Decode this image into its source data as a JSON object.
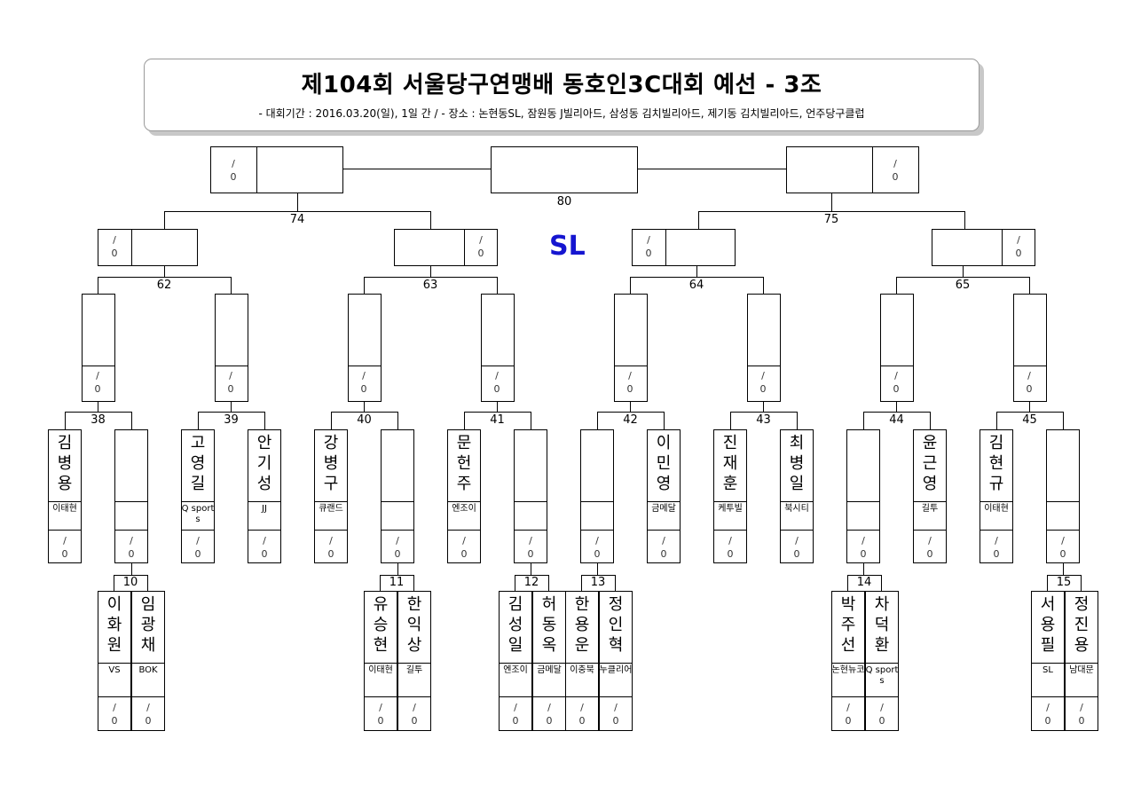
{
  "header": {
    "title": "제104회 서울당구연맹배 동호인3C대회 예선 - 3조",
    "subtitle": "- 대회기간 : 2016.03.20(일), 1일 간 / - 장소 : 논현동SL, 잠원동 J빌리아드, 삼성동 김치빌리아드, 제기동 김치빌리아드, 언주당구클럽"
  },
  "venue_label": "SL",
  "score_placeholder": {
    "top": "/",
    "bottom": "0"
  },
  "match_numbers": {
    "m10": "10",
    "m11": "11",
    "m12": "12",
    "m13": "13",
    "m14": "14",
    "m15": "15",
    "m38": "38",
    "m39": "39",
    "m40": "40",
    "m41": "41",
    "m42": "42",
    "m43": "43",
    "m44": "44",
    "m45": "45",
    "m62": "62",
    "m63": "63",
    "m64": "64",
    "m65": "65",
    "m74": "74",
    "m75": "75",
    "m80": "80"
  },
  "players": {
    "r1": [
      {
        "name": "김병용",
        "club": "이태현"
      },
      {
        "name": "",
        "club": ""
      },
      {
        "name": "고영길",
        "club": "Q sports"
      },
      {
        "name": "안기성",
        "club": "JJ"
      },
      {
        "name": "강병구",
        "club": "큐랜드"
      },
      {
        "name": "",
        "club": ""
      },
      {
        "name": "문헌주",
        "club": "엔조이"
      },
      {
        "name": "",
        "club": ""
      },
      {
        "name": "",
        "club": ""
      },
      {
        "name": "이민영",
        "club": "금메달"
      },
      {
        "name": "진재훈",
        "club": "케투빌"
      },
      {
        "name": "최병일",
        "club": "북시티"
      },
      {
        "name": "",
        "club": ""
      },
      {
        "name": "윤근영",
        "club": "길투"
      },
      {
        "name": "김현규",
        "club": "이태현"
      },
      {
        "name": "",
        "club": ""
      }
    ],
    "prelim": [
      {
        "name": "이화원",
        "club": "VS"
      },
      {
        "name": "임광채",
        "club": "BOK"
      },
      {
        "name": "유승현",
        "club": "이태현"
      },
      {
        "name": "한익상",
        "club": "길투"
      },
      {
        "name": "김성일",
        "club": "엔조이"
      },
      {
        "name": "허동옥",
        "club": "금메달"
      },
      {
        "name": "한용운",
        "club": "이충북"
      },
      {
        "name": "정인혁",
        "club": "누클리어"
      },
      {
        "name": "박주선",
        "club": "논현뉴코"
      },
      {
        "name": "차덕환",
        "club": "Q sports"
      },
      {
        "name": "서용필",
        "club": "SL"
      },
      {
        "name": "정진용",
        "club": "남대문"
      }
    ]
  }
}
